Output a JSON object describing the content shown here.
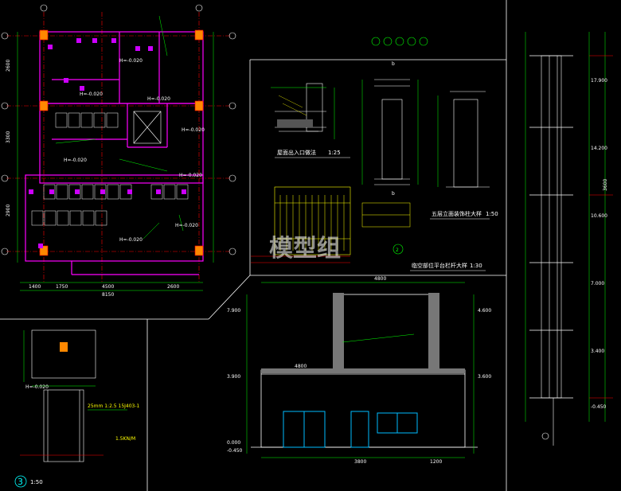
{
  "watermark": "模型组",
  "titles": {
    "entrance": "屋面出入口做法",
    "entrance_scale": "1:25",
    "pillar": "五层立面装饰柱大样",
    "pillar_scale": "1:50",
    "railing": "临空部位平台栏杆大样",
    "railing_scale": "1:30",
    "detail3_scale": "1:50"
  },
  "markers": {
    "detail2": "2",
    "detail3": "3",
    "axis_b": "b",
    "axis_b2": "b"
  },
  "plan_labels": {
    "h1": "H=-0.020",
    "h2": "H=-0.020",
    "h3": "H=-0.020",
    "h4": "H=-0.020",
    "h5": "H=-0.020",
    "h6": "H=-0.020",
    "h7": "H=-0.020",
    "h8": "H=-0.020",
    "dim_bottom_1": "1400",
    "dim_bottom_2": "1750",
    "dim_bottom_3": "4500",
    "dim_bottom_4": "2600",
    "dim_bottom_total": "8150",
    "dim_left_1": "2600",
    "dim_left_2": "3300",
    "dim_left_3": "2900"
  },
  "elevation_labels": {
    "lvl1": "7.900",
    "lvl2": "3.900",
    "lvl3": "0.000",
    "lvl4": "-0.450",
    "lvl5": "4.600",
    "lvl6": "3.600",
    "dim_a": "4800",
    "dim_b": "4800",
    "dim_c": "3800",
    "dim_d": "1200"
  },
  "section_labels": {
    "l1": "17.900",
    "l2": "14.200",
    "l3": "10.600",
    "l4": "7.000",
    "l5": "3.400",
    "l6": "-0.450",
    "dim": "3600"
  },
  "detail_labels": {
    "note1": "25mm 1:2.5 15J403-1",
    "note2": "1.5KN/M",
    "h": "H=-0.020"
  }
}
